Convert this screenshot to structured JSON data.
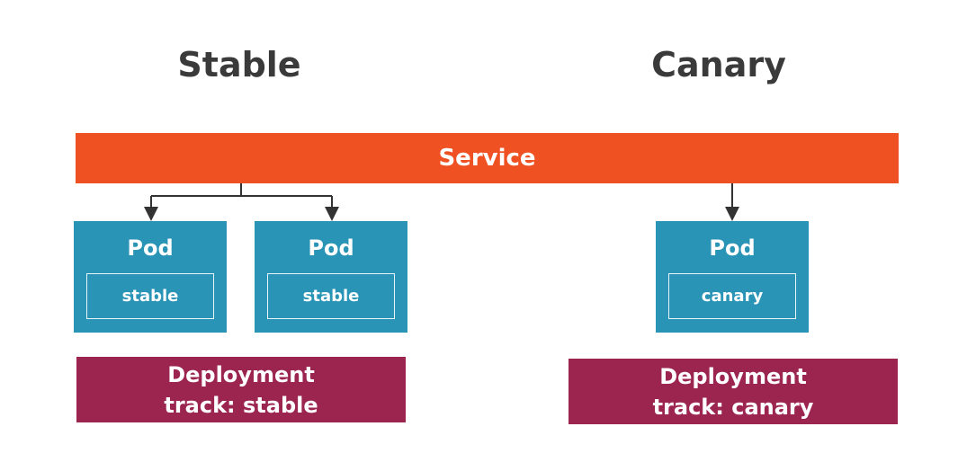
{
  "titles": {
    "stable": "Stable",
    "canary": "Canary"
  },
  "service": {
    "label": "Service"
  },
  "pods": [
    {
      "label": "Pod",
      "tag": "stable"
    },
    {
      "label": "Pod",
      "tag": "stable"
    },
    {
      "label": "Pod",
      "tag": "canary"
    }
  ],
  "deployments": [
    {
      "name": "Deployment",
      "track": "track: stable"
    },
    {
      "name": "Deployment",
      "track": "track: canary"
    }
  ],
  "colors": {
    "service": "#ef5122",
    "pod": "#2a94b6",
    "deployment": "#9c2550",
    "title": "#3a3a3a",
    "connector": "#333333"
  }
}
